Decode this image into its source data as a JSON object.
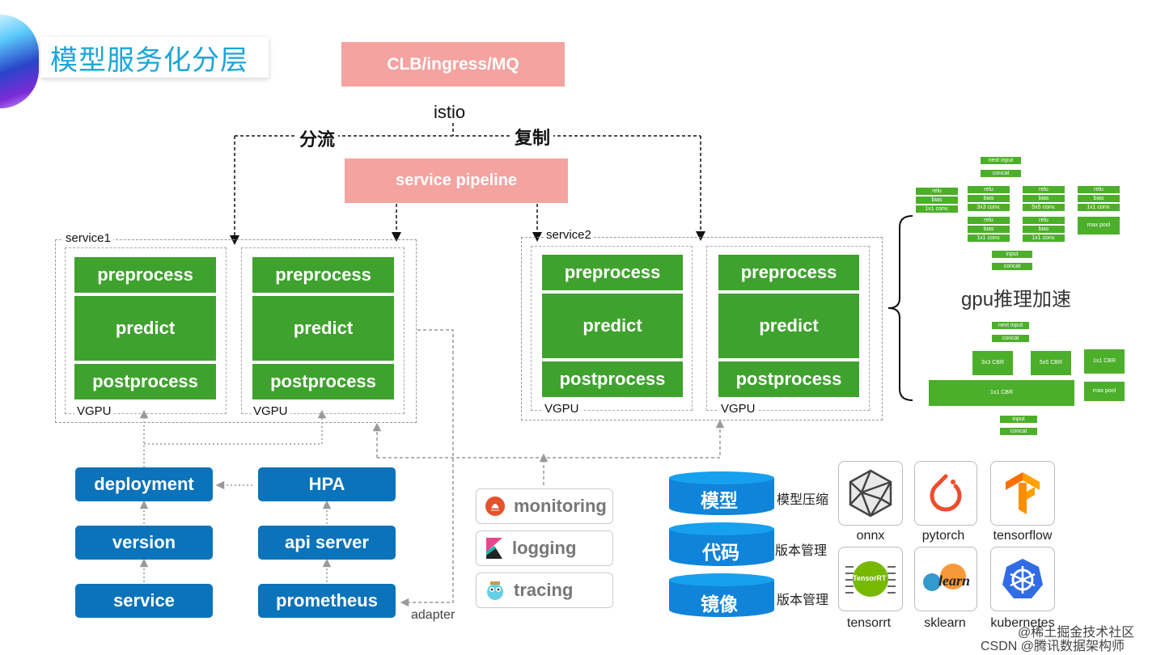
{
  "title": "模型服务化分层",
  "top": {
    "gateway": "CLB/ingress/MQ",
    "mesh": "istio",
    "split_label": "分流",
    "copy_label": "复制",
    "pipeline": "service pipeline"
  },
  "services": {
    "service1_label": "service1",
    "service2_label": "service2",
    "stages": [
      "preprocess",
      "predict",
      "postprocess"
    ],
    "vgpu_label": "VGPU"
  },
  "left_stack": [
    "deployment",
    "version",
    "service"
  ],
  "right_stack": [
    "HPA",
    "api server",
    "prometheus"
  ],
  "adapter_label": "adapter",
  "tools": [
    "monitoring",
    "logging",
    "tracing"
  ],
  "storage": [
    {
      "name": "模型",
      "note": "模型压缩"
    },
    {
      "name": "代码",
      "note": "版本管理"
    },
    {
      "name": "镜像",
      "note": "版本管理"
    }
  ],
  "frameworks": [
    "onnx",
    "pytorch",
    "tensorflow",
    "tensorrt",
    "sklearn",
    "kubernetes"
  ],
  "tensorrt_logo_text": "TensorRT",
  "sklearn_logo_text": "learn",
  "gpu_label": "gpu推理加速",
  "nn_top": {
    "next_input": "next input",
    "concat": "concat",
    "relu": "relu",
    "bias": "bias",
    "conv1": "1x1 conv.",
    "conv3": "3x3 conv.",
    "conv5": "5x5 conv.",
    "max_pool": "max pool",
    "input": "input"
  },
  "nn_bottom": {
    "next_input": "next input",
    "concat": "concat",
    "cbr3": "3x3 CBR",
    "cbr5": "5x5 CBR",
    "cbr1": "1x1 CBR",
    "max_pool": "max pool",
    "input": "input"
  },
  "watermark": [
    "@稀土掘金技术社区",
    "CSDN @腾讯数据架构师"
  ],
  "colors": {
    "pink": "#f5a3a0",
    "green": "#3fa22e",
    "blue": "#0a73ba",
    "title_text": "#1aa5d8"
  }
}
